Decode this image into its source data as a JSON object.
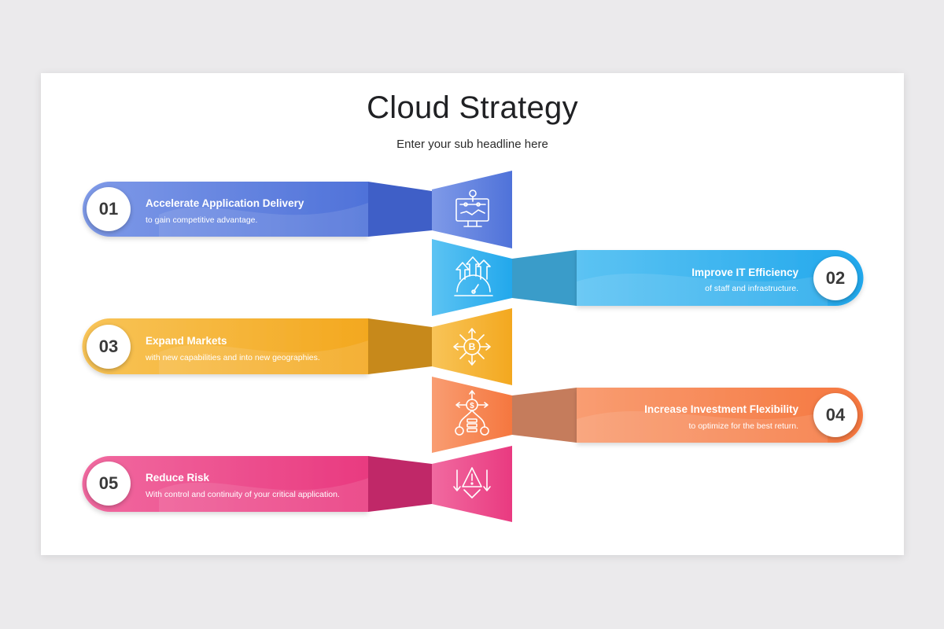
{
  "title": "Cloud Strategy",
  "subtitle": "Enter your sub headline here",
  "items": [
    {
      "number": "01",
      "title": "Accelerate Application Delivery",
      "description": "to gain competitive advantage.",
      "side": "left",
      "color": "#5b7fe0",
      "icon": "monitor-gauge-icon"
    },
    {
      "number": "02",
      "title": "Improve IT Efficiency",
      "description": "of staff and infrastructure.",
      "side": "right",
      "color": "#3db4ee",
      "icon": "growth-speedometer-icon"
    },
    {
      "number": "03",
      "title": "Expand Markets",
      "description": "with new capabilities and into new geographies.",
      "side": "left",
      "color": "#f6b53a",
      "icon": "bitcoin-network-icon"
    },
    {
      "number": "04",
      "title": "Increase Investment Flexibility",
      "description": "to optimize for the best return.",
      "side": "right",
      "color": "#f7895a",
      "icon": "investment-options-icon"
    },
    {
      "number": "05",
      "title": "Reduce Risk",
      "description": "With control and continuity of your critical application.",
      "side": "left",
      "color": "#ec4a8c",
      "icon": "risk-warning-icon"
    }
  ]
}
